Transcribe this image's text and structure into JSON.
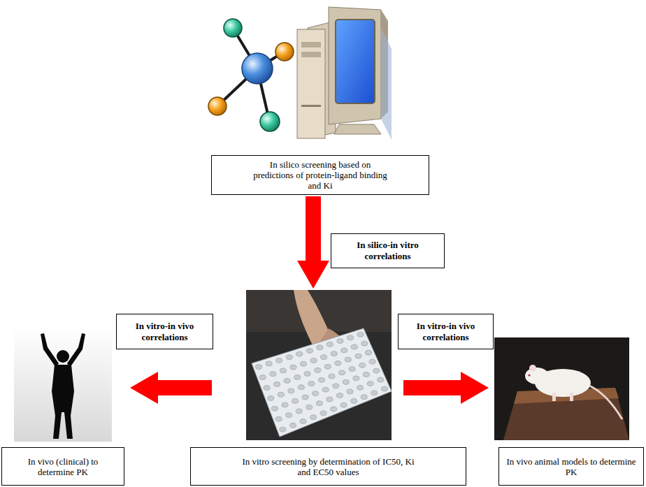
{
  "diagram": {
    "nodes": [
      {
        "text": [
          "In silico screening based on predictions of protein-ligand binding and Ki"
        ]
      },
      {
        "text": [
          "In vivo (clinical) to determine PK"
        ]
      },
      {
        "text": [
          "In vitro screening by determination of IC50, Ki and EC50 values"
        ]
      },
      {
        "text": [
          "In vivo animal models to determine PK"
        ]
      }
    ],
    "edges": [
      {
        "from": 0,
        "to": 2,
        "arrow": "to",
        "label": "In silico-in vitro correlations"
      },
      {
        "from": 2,
        "to": 1,
        "arrow": "to",
        "label": "In vitro-in vivo correlations"
      },
      {
        "from": 2,
        "to": 3,
        "arrow": "to",
        "label": "In vitro-in vivo correlations"
      }
    ]
  }
}
